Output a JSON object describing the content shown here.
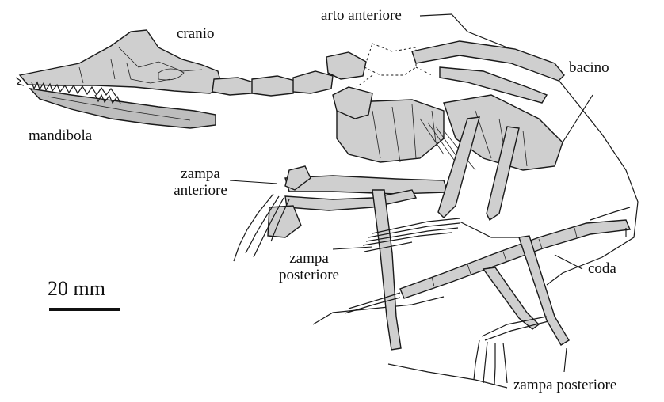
{
  "labels": {
    "cranio": "cranio",
    "arto_anteriore": "arto anteriore",
    "bacino": "bacino",
    "mandibola": "mandibola",
    "zampa_anteriore_1": "zampa",
    "zampa_anteriore_2": "anteriore",
    "zampa_posteriore_1": "zampa",
    "zampa_posteriore_2": "posteriore",
    "coda": "coda",
    "zampa_posteriore_bottom": "zampa posteriore"
  },
  "scale_bar": {
    "label": "20 mm"
  },
  "colors": {
    "bone_fill": "#cfcfcf",
    "outline": "#1a1a1a",
    "background": "#ffffff"
  }
}
